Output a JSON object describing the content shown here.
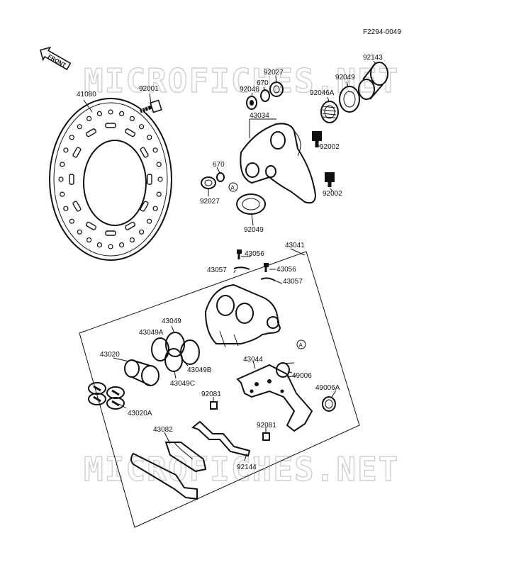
{
  "diagram": {
    "figure_code": "F2294-0049",
    "front_arrow_label": "FRONT",
    "watermark": "MICROFICHES.NET",
    "ref_marker": "A",
    "labels": {
      "l41080": "41080",
      "l92001": "92001",
      "l92027_top": "92027",
      "l670_top": "670",
      "l92046": "92046",
      "l43034": "43034",
      "l92143": "92143",
      "l92049_top": "92049",
      "l92046A": "92046A",
      "l92002_a": "92002",
      "l92002_b": "92002",
      "l670_bot": "670",
      "l92027_bot": "92027",
      "l92049_bot": "92049",
      "l43041": "43041",
      "l43056_a": "43056",
      "l43056_b": "43056",
      "l43057_a": "43057",
      "l43057_b": "43057",
      "l43049": "43049",
      "l43049A": "43049A",
      "l43049B": "43049B",
      "l43049C": "43049C",
      "l43020": "43020",
      "l43020A": "43020A",
      "l43044": "43044",
      "l49006": "49006",
      "l49006A": "49006A",
      "l92081_a": "92081",
      "l92081_b": "92081",
      "l43082": "43082",
      "l92144": "92144"
    }
  }
}
